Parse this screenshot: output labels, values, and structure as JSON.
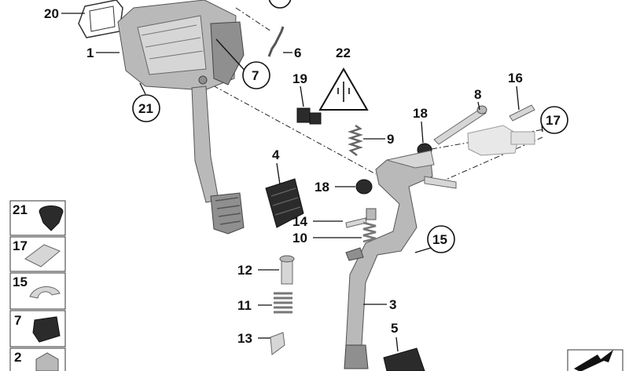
{
  "labels": {
    "p20": "20",
    "p1": "1",
    "p21": "21",
    "p7": "7",
    "p6": "6",
    "p19": "19",
    "p22": "22",
    "p16": "16",
    "p8": "8",
    "p17": "17",
    "p18a": "18",
    "p9": "9",
    "p4": "4",
    "p18b": "18",
    "p14": "14",
    "p10": "10",
    "p15": "15",
    "p12": "12",
    "p11": "11",
    "p13": "13",
    "p3": "3",
    "p5": "5"
  },
  "legend": [
    "21",
    "17",
    "15",
    "7",
    "2"
  ],
  "colors": {
    "line": "#111111",
    "metal": "#b9b9b9",
    "rubber": "#2b2b2b"
  },
  "icons": [
    "warning-electric-icon",
    "view-arrow-icon"
  ]
}
